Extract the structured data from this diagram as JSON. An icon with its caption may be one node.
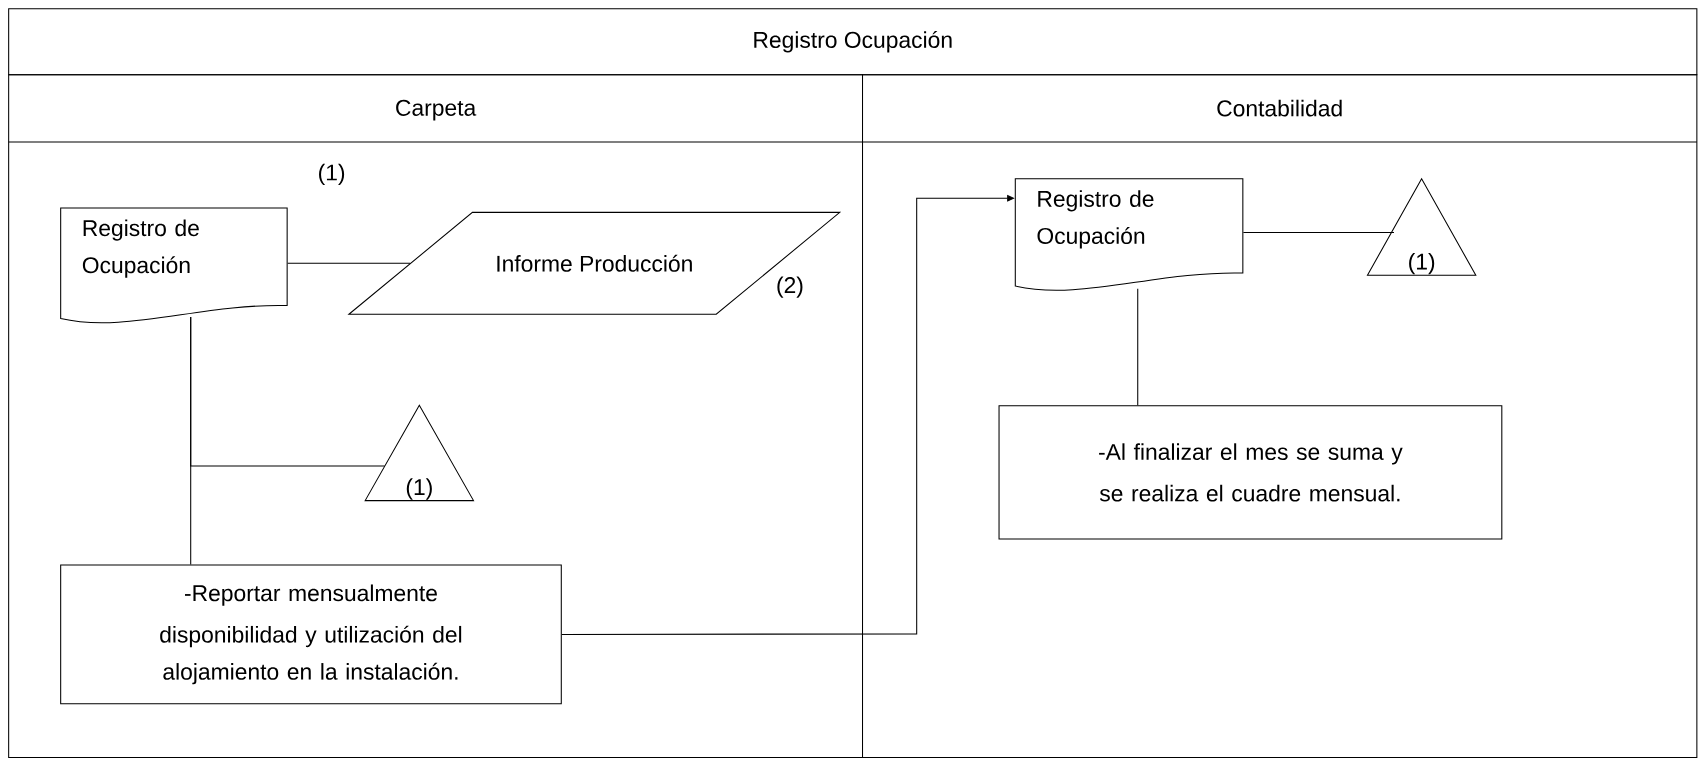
{
  "diagram": {
    "title": "Registro Ocupación",
    "nodes": [
      {
        "text": [
          "Carpeta"
        ]
      },
      {
        "text": [
          "Contabilidad"
        ]
      },
      {
        "text": [
          "Registro de Ocupación"
        ],
        "in": 0,
        "beside": [
          "(1)"
        ]
      },
      {
        "text": [
          "Informe Producción"
        ],
        "in": 0,
        "beside": [
          "(2)"
        ]
      },
      {
        "text": [
          "(1)"
        ],
        "in": 0
      },
      {
        "text": [
          "-Reportar mensualmente disponibilidad y utilización del alojamiento en la instalación."
        ],
        "in": 0
      },
      {
        "text": [
          "Registro de Ocupación"
        ],
        "in": 1
      },
      {
        "text": [
          "(1)"
        ],
        "in": 1
      },
      {
        "text": [
          "-Al finalizar el mes se suma y se realiza el cuadre mensual."
        ],
        "in": 1
      }
    ],
    "edges": [
      {
        "from": 2,
        "to": 3,
        "arrow": "none"
      },
      {
        "from": 2,
        "to": 5,
        "arrow": "none"
      },
      {
        "from": 2,
        "to": 4,
        "arrow": "none"
      },
      {
        "from": 5,
        "to": 6,
        "arrow": "to"
      },
      {
        "from": 6,
        "to": 7,
        "arrow": "none"
      },
      {
        "from": 6,
        "to": 8,
        "arrow": "none"
      }
    ]
  }
}
